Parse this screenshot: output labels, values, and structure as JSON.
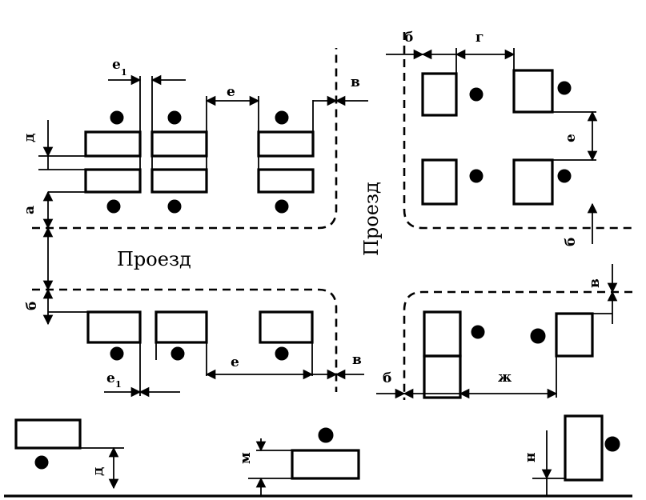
{
  "labels": {
    "road_horizontal": "Проезд",
    "road_vertical": "Проезд",
    "b": "б",
    "v": "в",
    "g": "г",
    "d": "д",
    "e": "е",
    "e1": "е",
    "e1_sub": "1",
    "zh": "ж",
    "m": "м",
    "n": "н"
  },
  "colors": {
    "ink": "#000000",
    "background": "#ffffff"
  }
}
